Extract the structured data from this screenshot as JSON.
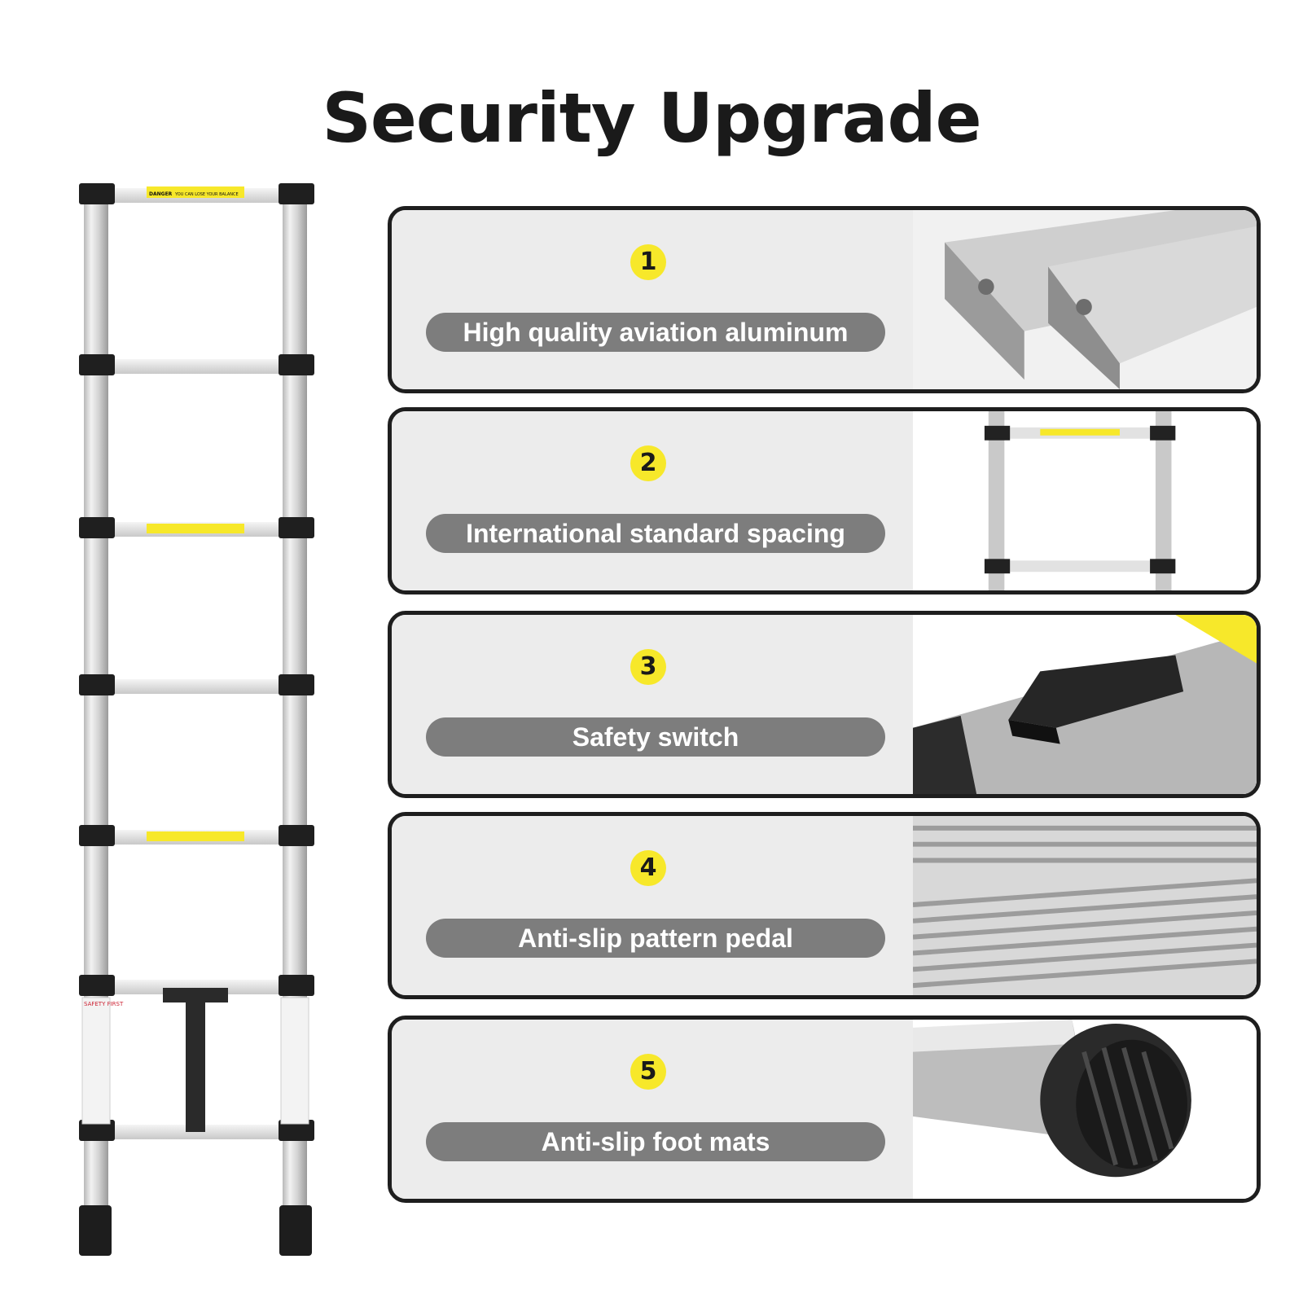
{
  "title": "Security Upgrade",
  "ladder": {
    "label_top_danger": "DANGER",
    "label_top_text": "YOU CAN LOSE YOUR BALANCE",
    "label_side": "SAFETY FIRST"
  },
  "features": [
    {
      "number": "1",
      "label": "High quality aviation aluminum",
      "icon": "aluminum-profile-image"
    },
    {
      "number": "2",
      "label": "International standard spacing",
      "icon": "ladder-spacing-image"
    },
    {
      "number": "3",
      "label": "Safety switch",
      "icon": "safety-switch-image"
    },
    {
      "number": "4",
      "label": "Anti-slip pattern pedal",
      "icon": "ribbed-pedal-image"
    },
    {
      "number": "5",
      "label": "Anti-slip foot mats",
      "icon": "rubber-foot-image"
    }
  ],
  "colors": {
    "accent_yellow": "#f7e82a",
    "pill_gray": "#7d7d7d",
    "card_bg": "#ececec",
    "border": "#1e1e1e"
  }
}
